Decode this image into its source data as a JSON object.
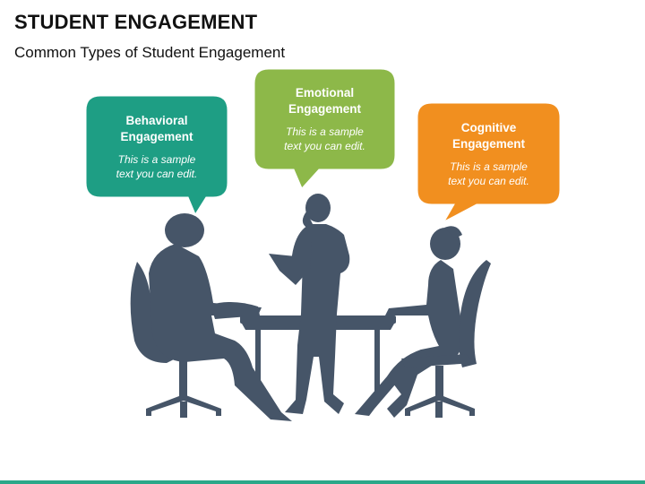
{
  "header": {
    "title": "STUDENT ENGAGEMENT",
    "subtitle": "Common Types of Student Engagement"
  },
  "bubbles": [
    {
      "heading_line1": "Behavioral",
      "heading_line2": "Engagement",
      "text_line1": "This is a sample",
      "text_line2": "text you can edit.",
      "color": "#1e9e84"
    },
    {
      "heading_line1": "Emotional",
      "heading_line2": "Engagement",
      "text_line1": "This is a sample",
      "text_line2": "text you can edit.",
      "color": "#8db849"
    },
    {
      "heading_line1": "Cognitive",
      "heading_line2": "Engagement",
      "text_line1": "This is a sample",
      "text_line2": "text you can edit.",
      "color": "#f18f1f"
    }
  ],
  "colors": {
    "silhouette": "#465568",
    "accent_bar": "#2aa889",
    "bubble_border": "#ffffff"
  }
}
